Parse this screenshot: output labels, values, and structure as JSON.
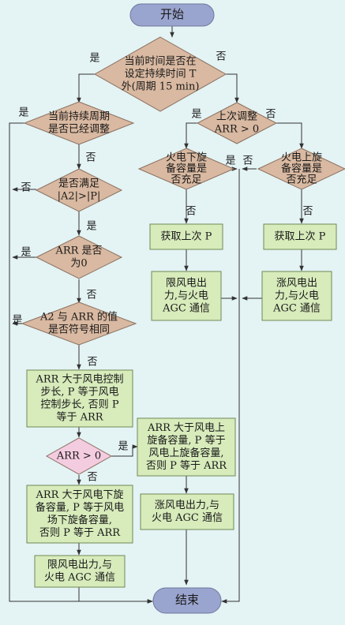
{
  "colors": {
    "background": "#e4f3f4",
    "terminal": "#9aa5cf",
    "decision": "#d9b9a1",
    "process": "#d7ebbb",
    "decision_highlight": "#f4cce0",
    "line": "#333333"
  },
  "nodes": {
    "start": "开始",
    "d_time": [
      "当前时间是否在",
      "设定持续时间 T",
      "外(周期 15 min)"
    ],
    "d_period": [
      "当前持续周期",
      "是否已经调整"
    ],
    "d_last": [
      "上次调整",
      "ARR > 0"
    ],
    "d_fire_down": [
      "火电下旋",
      "备容量是",
      "否充足"
    ],
    "d_fire_up": [
      "火电上旋",
      "备容量是",
      "否充足"
    ],
    "p_get_left": "获取上次 P",
    "p_get_right": "获取上次 P",
    "p_limit_top": [
      "限风电出",
      "力,与火电",
      "AGC 通信"
    ],
    "p_raise_top": [
      "涨风电出",
      "力,与火电",
      "AGC 通信"
    ],
    "d_a2p": [
      "是否满足",
      "|A2|>|P|"
    ],
    "d_arr0": [
      "ARR 是否",
      "为0"
    ],
    "d_sign": [
      "A2 与 ARR 的值",
      "是否符号相同"
    ],
    "p_step": [
      "ARR 大于风电控制",
      "步长, P 等于风电",
      "控制步长, 否则 P",
      "等于 ARR"
    ],
    "d_arrpos": "ARR > 0",
    "p_up": [
      "ARR 大于风电上",
      "旋备容量, P 等于",
      "风电上旋备容量,",
      "否则 P 等于 ARR"
    ],
    "p_down": [
      "ARR 大于风电下旋",
      "备容量, P 等于风电",
      "场下旋备容量,",
      "否则 P 等于 ARR"
    ],
    "p_raise_bottom": [
      "涨风电出力,与",
      "火电 AGC 通信"
    ],
    "p_limit_bottom": [
      "限风电出力,与",
      "火电 AGC 通信"
    ],
    "end": "结束"
  },
  "labels": {
    "yes": "是",
    "no": "否"
  }
}
